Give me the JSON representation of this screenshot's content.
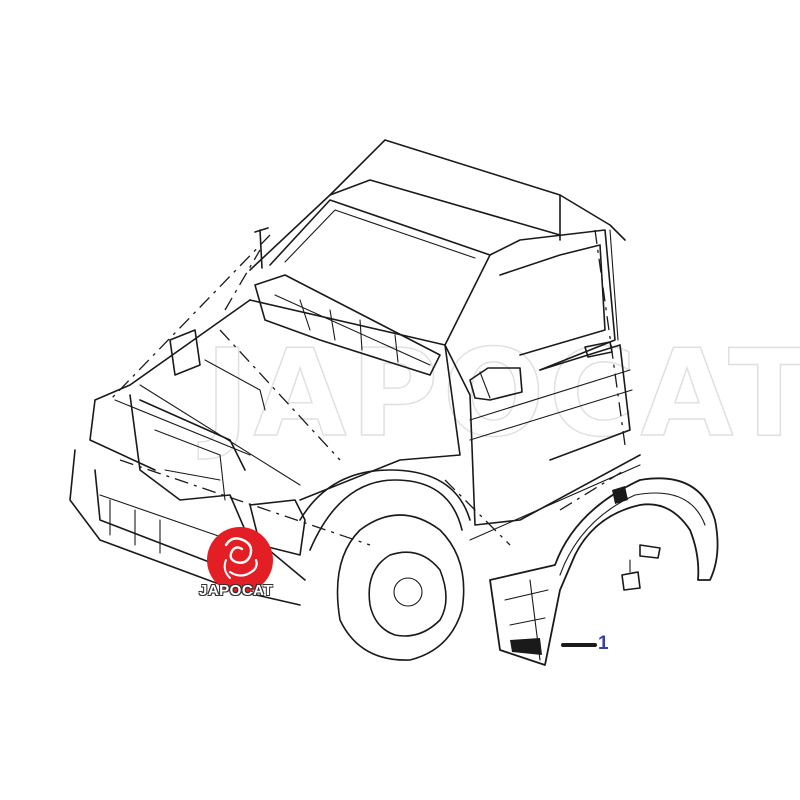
{
  "diagram": {
    "callout_label": "1",
    "watermark_text": "JAPOCAT",
    "logo_text": "JAPOCAT",
    "colors": {
      "line": "#1a1a1a",
      "callout": "#3a3fa0",
      "logo_red": "#e31e24"
    },
    "parts": [
      {
        "id": "1",
        "description_icon": "front-fender-liner"
      }
    ]
  }
}
